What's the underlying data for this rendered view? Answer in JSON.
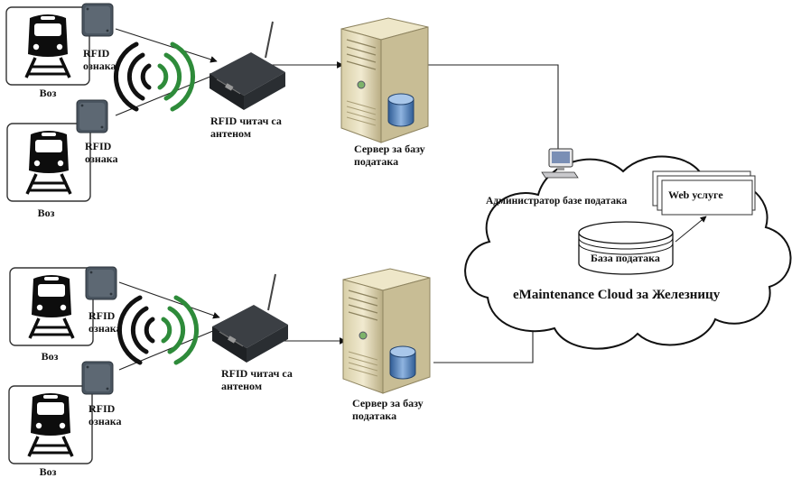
{
  "labels": {
    "train": "Воз",
    "rfid_line1": "RFID",
    "rfid_line2": "ознака",
    "reader_line1": "RFID читач са",
    "reader_line2": "антеном",
    "server_line1": "Сервер за базу",
    "server_line2": "података",
    "admin": "Администратор базе података",
    "web_services": "Web услуге",
    "database": "База података",
    "cloud_title": "eMaintenance Cloud за Железницу"
  },
  "icons": [
    "train-icon",
    "rfid-tag-icon",
    "wireless-signal-icon",
    "rfid-reader-icon",
    "server-tower-icon",
    "database-cylinder-icon",
    "computer-icon",
    "cloud-shape"
  ],
  "colors": {
    "signal_green": "#2e8b3a",
    "signal_dark": "#111111"
  }
}
